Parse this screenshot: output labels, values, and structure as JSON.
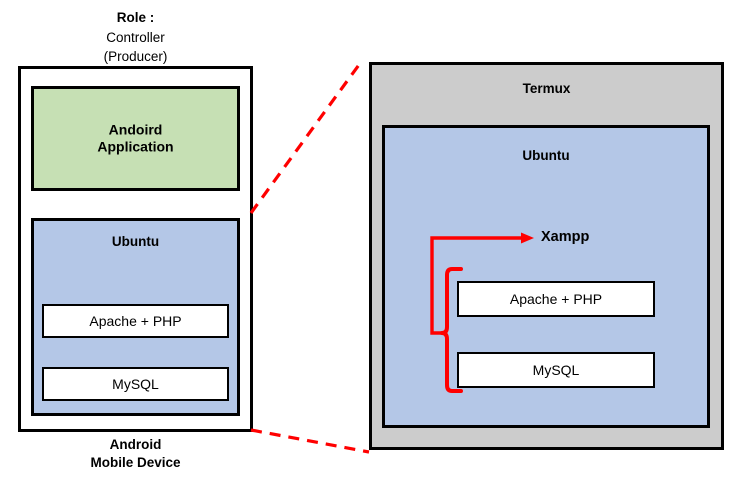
{
  "diagram": {
    "title_role_key": "Role :",
    "title_role_value": "Controller\n(Producer)",
    "device_caption": "Android\nMobile Device",
    "left_panel": {
      "outer_name": "Android Mobile Device",
      "android_app": "Andoird\nApplication",
      "ubuntu": "Ubuntu",
      "apache": "Apache + PHP",
      "mysql": "MySQL"
    },
    "right_panel": {
      "termux": "Termux",
      "ubuntu": "Ubuntu",
      "xampp": "Xampp",
      "apache": "Apache + PHP",
      "mysql": "MySQL"
    },
    "colors": {
      "green_fill": "#c6e0b4",
      "blue_fill": "#b4c7e7",
      "gray_fill": "#cccccc",
      "white_fill": "#ffffff",
      "stroke": "#000000",
      "accent_red": "#ff0000"
    }
  }
}
